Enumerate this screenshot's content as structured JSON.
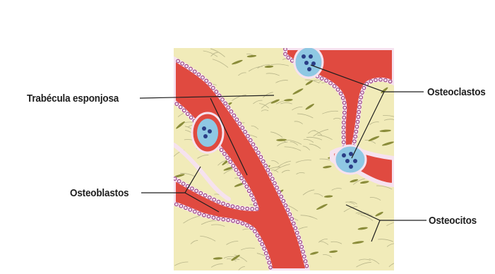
{
  "labels": {
    "trabecula": "Trabécula esponjosa",
    "osteoblastos": "Osteoblastos",
    "osteoclastos": "Osteoclastos",
    "osteocitos": "Osteocitos"
  },
  "colors": {
    "matrix": "#f1ebb9",
    "matrix_fiber": "#b7b489",
    "trabecula": "#e04a40",
    "trabecula_edge": "#c73a35",
    "cell_rim": "#f6e2ef",
    "cell_dot": "#8e2e77",
    "osteoclast_fill": "#8fc8e3",
    "osteoclast_nucleus": "#2a3e86",
    "osteocyte": "#8a8c3a",
    "leader_line": "#1e1e1e"
  }
}
